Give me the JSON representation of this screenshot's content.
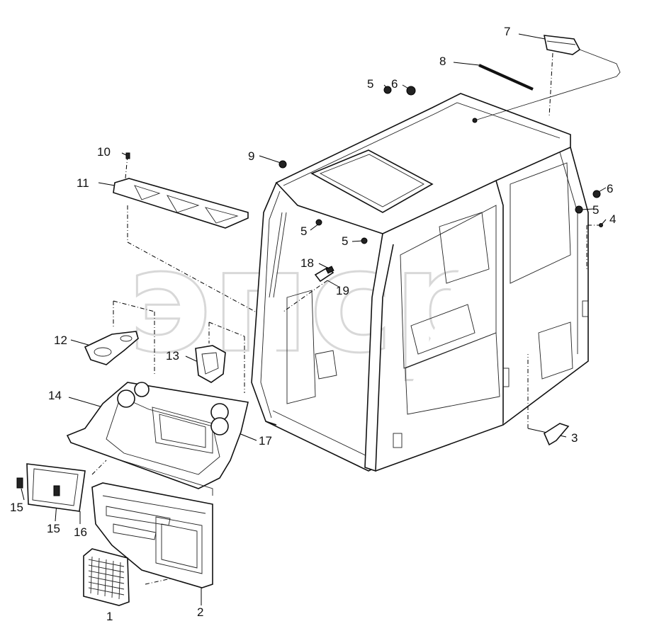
{
  "watermark": {
    "text": "эпср",
    "tm": "TM"
  },
  "labels": [
    {
      "id": "l1",
      "text": "1"
    },
    {
      "id": "l2",
      "text": "2"
    },
    {
      "id": "l3",
      "text": "3"
    },
    {
      "id": "l4",
      "text": "4"
    },
    {
      "id": "l5a",
      "text": "5"
    },
    {
      "id": "l5b",
      "text": "5"
    },
    {
      "id": "l5c",
      "text": "5"
    },
    {
      "id": "l5d",
      "text": "5"
    },
    {
      "id": "l6a",
      "text": "6"
    },
    {
      "id": "l6b",
      "text": "6"
    },
    {
      "id": "l7",
      "text": "7"
    },
    {
      "id": "l8",
      "text": "8"
    },
    {
      "id": "l9",
      "text": "9"
    },
    {
      "id": "l10",
      "text": "10"
    },
    {
      "id": "l11",
      "text": "11"
    },
    {
      "id": "l12",
      "text": "12"
    },
    {
      "id": "l13",
      "text": "13"
    },
    {
      "id": "l14",
      "text": "14"
    },
    {
      "id": "l15a",
      "text": "15"
    },
    {
      "id": "l15b",
      "text": "15"
    },
    {
      "id": "l16",
      "text": "16"
    },
    {
      "id": "l17",
      "text": "17"
    },
    {
      "id": "l18",
      "text": "18"
    },
    {
      "id": "l19",
      "text": "19"
    }
  ]
}
